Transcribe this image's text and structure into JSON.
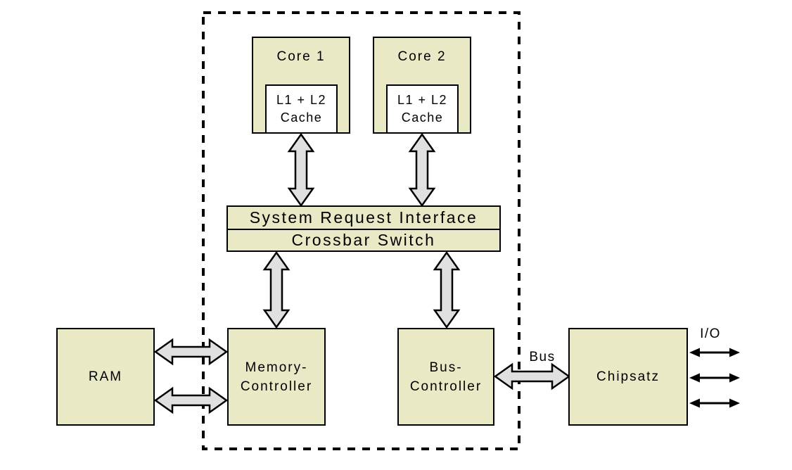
{
  "diagram": {
    "type": "block-diagram",
    "subject": "dual-core processor with chipset",
    "blocks": {
      "core1": {
        "label": "Core 1"
      },
      "core2": {
        "label": "Core 2"
      },
      "cache1": {
        "line1": "L1 + L2",
        "line2": "Cache"
      },
      "cache2": {
        "line1": "L1 + L2",
        "line2": "Cache"
      },
      "system_request_interface": {
        "label": "System Request Interface"
      },
      "crossbar_switch": {
        "label": "Crossbar Switch"
      },
      "ram": {
        "label": "RAM"
      },
      "memory_controller": {
        "line1": "Memory-",
        "line2": "Controller"
      },
      "bus_controller": {
        "line1": "Bus-",
        "line2": "Controller"
      },
      "chipset": {
        "label": "Chipsatz"
      }
    },
    "labels": {
      "bus": "Bus",
      "io": "I/O"
    },
    "connections": [
      {
        "from": "cache1",
        "to": "system_request_interface",
        "type": "thick-double-arrow"
      },
      {
        "from": "cache2",
        "to": "system_request_interface",
        "type": "thick-double-arrow"
      },
      {
        "from": "crossbar_switch",
        "to": "memory_controller",
        "type": "thick-double-arrow"
      },
      {
        "from": "crossbar_switch",
        "to": "bus_controller",
        "type": "thick-double-arrow"
      },
      {
        "from": "ram",
        "to": "memory_controller",
        "type": "thick-double-arrow",
        "count": 2
      },
      {
        "from": "bus_controller",
        "to": "chipset",
        "type": "thick-double-arrow",
        "label": "Bus"
      },
      {
        "from": "chipset",
        "to": "io",
        "type": "thin-double-arrow",
        "count": 3
      }
    ],
    "colors": {
      "block_fill": "#e9e9c6",
      "cache_fill": "#ffffff",
      "arrow_fill": "#e0e0e0",
      "outline": "#000000",
      "background": "#ffffff"
    }
  }
}
